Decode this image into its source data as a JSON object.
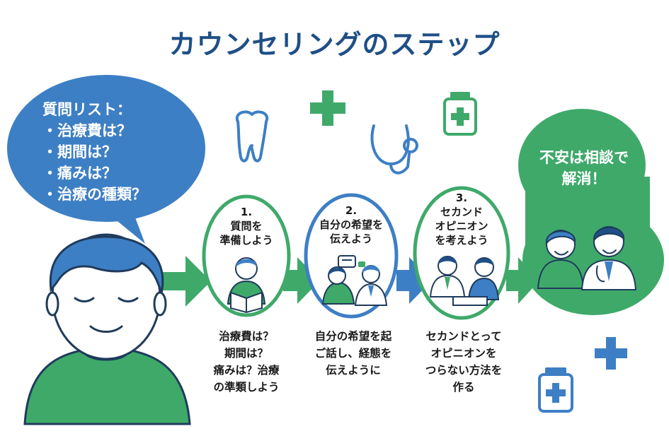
{
  "title": "カウンセリングのステップ",
  "bubble": {
    "heading": "質問リスト：",
    "items": [
      "・治療費は？",
      "・期間は？",
      "・痛みは？",
      "・治療の種類？"
    ]
  },
  "steps": [
    {
      "number": "1.",
      "label_lines": [
        "質問を",
        "準備しよう"
      ],
      "desc_lines": [
        "治療費は？",
        "期間は？",
        "痛みは？治療",
        "の準類しよう"
      ]
    },
    {
      "number": "2.",
      "label_lines": [
        "自分の希望を",
        "伝えよう"
      ],
      "desc_lines": [
        "自分の希望を起",
        "ご話し、経態を",
        "伝えように"
      ]
    },
    {
      "number": "3.",
      "label_lines": [
        "セカンド",
        "オピニオン",
        "を考えよう"
      ],
      "desc_lines": [
        "セカンドとって",
        "オピニオンを",
        "つらない方法を",
        "作る"
      ]
    }
  ],
  "goal": {
    "lines": [
      "不安は相談で",
      "解消！"
    ]
  },
  "colors": {
    "blue": "#3d7fc4",
    "green": "#3fa96a",
    "navy": "#1f4f86",
    "skin": "#ffffff"
  }
}
